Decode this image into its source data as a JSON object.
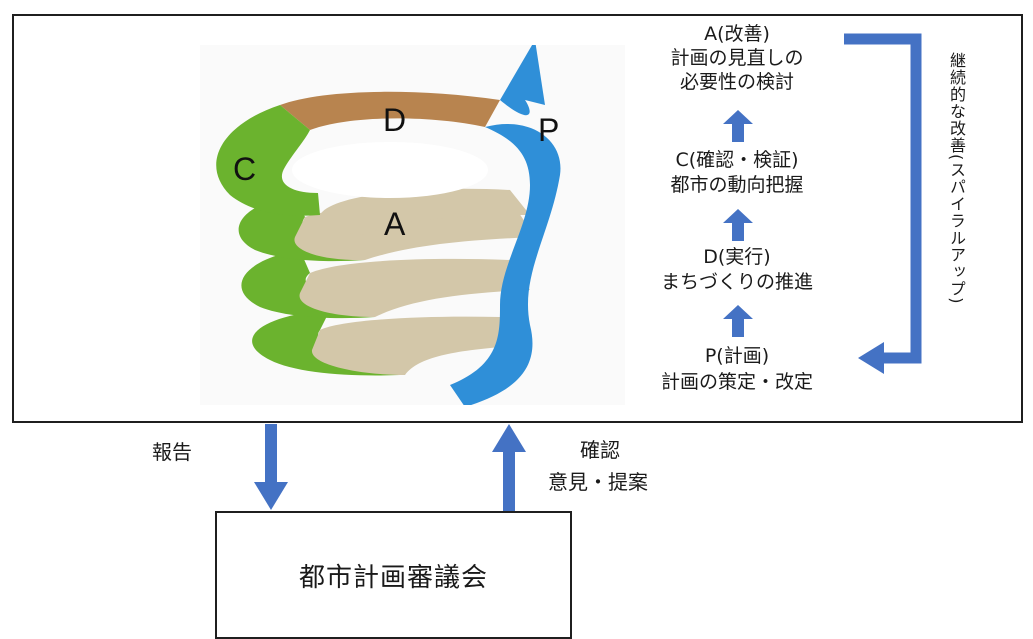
{
  "pdca": {
    "letters": {
      "p": "P",
      "d": "D",
      "c": "C",
      "a": "A"
    },
    "colors": {
      "plan": "#2f8fd8",
      "do": "#b8844f",
      "check": "#6bb32e",
      "act": "#d3c7a9",
      "arrow": "#4472c4"
    }
  },
  "cycle": {
    "a": {
      "line1": "A(改善)",
      "line2": "計画の見直しの",
      "line3": "必要性の検討"
    },
    "c": {
      "line1": "C(確認・検証)",
      "line2": "都市の動向把握"
    },
    "d": {
      "line1": "D(実行)",
      "line2": "まちづくりの推進"
    },
    "p": {
      "line1": "P(計画)",
      "line2": "計画の策定・改定"
    }
  },
  "continuous_improvement": "継続的な改善(スパイラルアップ)",
  "report_label": "報告",
  "feedback": {
    "line1": "確認",
    "line2": "意見・提案"
  },
  "council": "都市計画審議会"
}
